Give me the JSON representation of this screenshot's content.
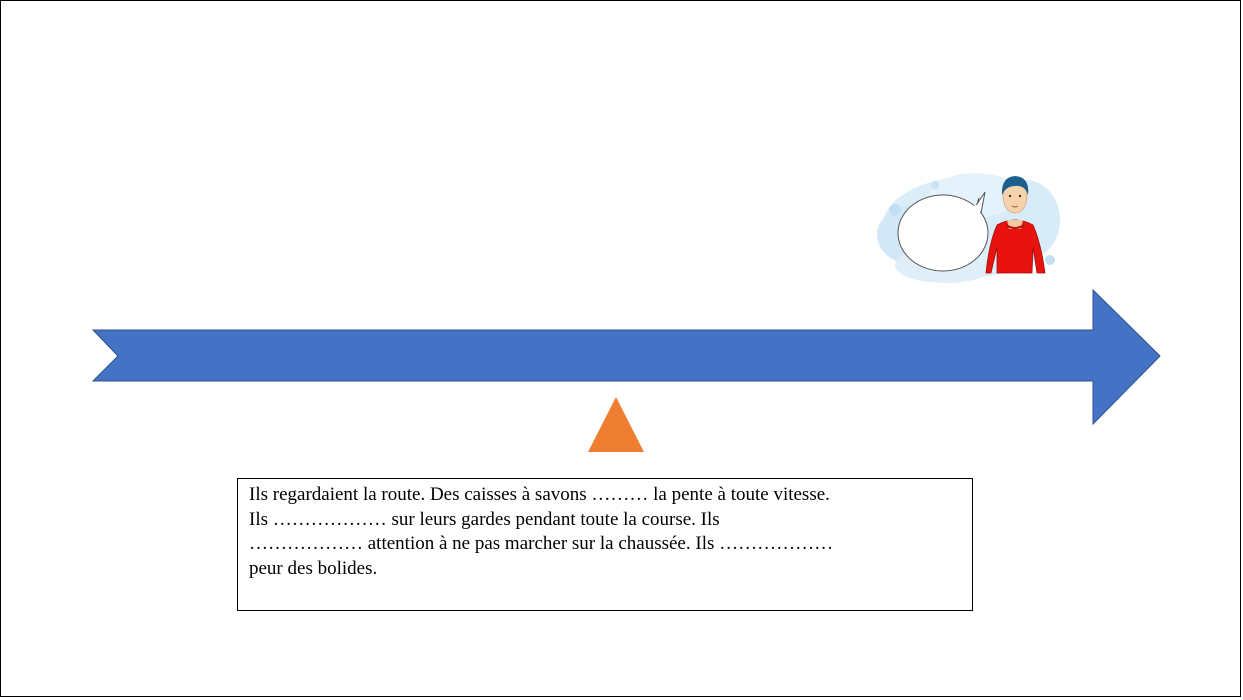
{
  "colors": {
    "arrow": "#4472c4",
    "marker": "#ed7d31",
    "sweater": "#e8130f",
    "hair": "#1c5f8c",
    "sky_cloud": "#cfe6f7"
  },
  "icons": {
    "marker": "triangle-marker-icon",
    "character": "person-with-speech-bubble-icon"
  },
  "speech_bubble": {
    "text": ""
  },
  "exercise": {
    "lines": [
      "Ils regardaient la route. Des caisses à savons ……… la pente à toute vitesse.",
      "Ils  ……………… sur leurs gardes pendant toute la course. Ils",
      "……………… attention à ne pas marcher sur la chaussée. Ils ………………",
      "peur des bolides."
    ]
  }
}
